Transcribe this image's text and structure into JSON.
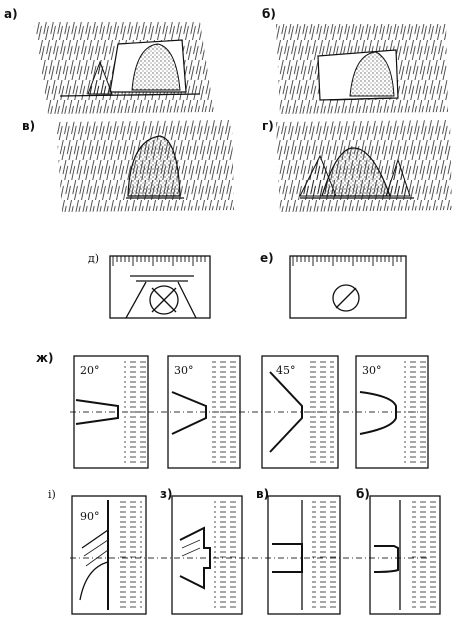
{
  "figures": {
    "a": {
      "label": "а)"
    },
    "b": {
      "label": "б)"
    },
    "v": {
      "label": "в)"
    },
    "g": {
      "label": "г)"
    },
    "d": {
      "label": "д)"
    },
    "e": {
      "label": "е)"
    },
    "zh": {
      "label": "ж)",
      "angles": [
        "20°",
        "30°",
        "45°",
        "30°"
      ]
    },
    "bottom": {
      "labels": [
        "і)",
        "з)",
        "в)",
        "б)"
      ],
      "angle": "90°"
    }
  }
}
